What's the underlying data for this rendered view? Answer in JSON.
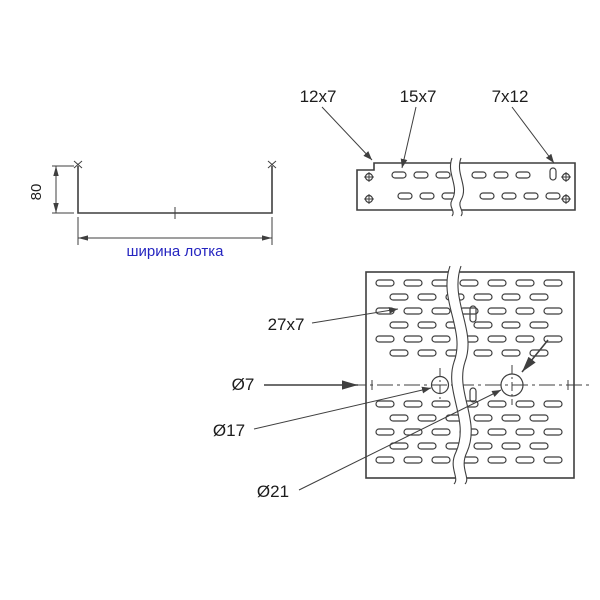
{
  "labels": {
    "height": "80",
    "width": "ширина лотка",
    "side_left": "12x7",
    "side_mid": "15x7",
    "side_right": "7x12",
    "plan_slot": "27x7",
    "dia_small": "Ø7",
    "dia_mid": "Ø17",
    "dia_large": "Ø21"
  },
  "colors": {
    "line": "#3f3f3f",
    "text": "#1c1c1c",
    "accent": "#2525c0",
    "background": "#ffffff"
  }
}
